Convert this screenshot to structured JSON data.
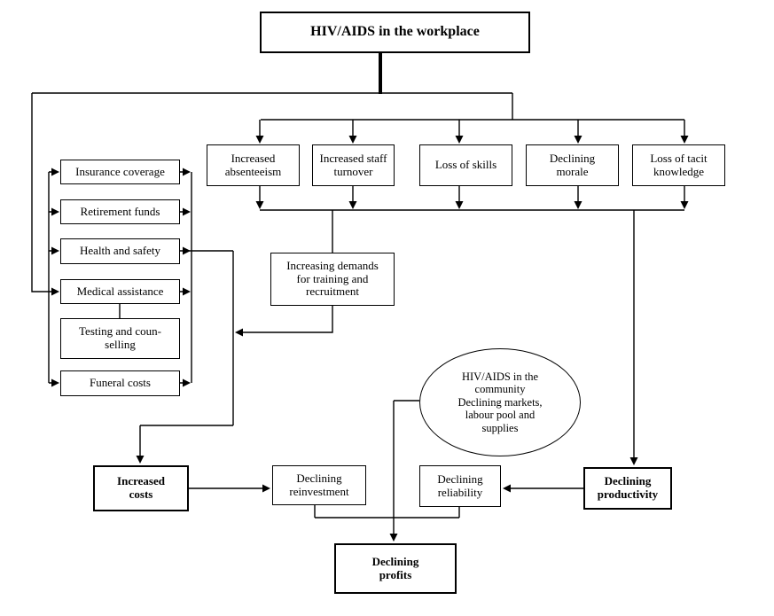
{
  "diagram": {
    "title": "HIV/AIDS in the workplace",
    "workforce_effects": [
      {
        "label": "Increased\nabsenteeism"
      },
      {
        "label": "Increased staff\nturnover"
      },
      {
        "label": "Loss of skills"
      },
      {
        "label": "Declining\nmorale"
      },
      {
        "label": "Loss of tacit\nknowledge"
      }
    ],
    "benefit_costs": [
      {
        "label": "Insurance coverage"
      },
      {
        "label": "Retirement funds"
      },
      {
        "label": "Health and safety"
      },
      {
        "label": "Medical assistance"
      },
      {
        "label": "Testing and coun-\nselling"
      },
      {
        "label": "Funeral costs"
      }
    ],
    "training_demand": {
      "label": "Increasing demands\nfor training and\nrecruitment"
    },
    "community": {
      "label": "HIV/AIDS in the\ncommunity\nDeclining markets,\nlabour pool and\nsupplies"
    },
    "outcomes": {
      "increased_costs": {
        "label": "Increased\ncosts"
      },
      "declining_reinvestment": {
        "label": "Declining\nreinvestment"
      },
      "declining_reliability": {
        "label": "Declining\nreliability"
      },
      "declining_productivity": {
        "label": "Declining\nproductivity"
      },
      "declining_profits": {
        "label": "Declining\nprofits"
      }
    },
    "colors": {
      "line": "#000000",
      "text": "#000000",
      "background": "#ffffff"
    }
  }
}
